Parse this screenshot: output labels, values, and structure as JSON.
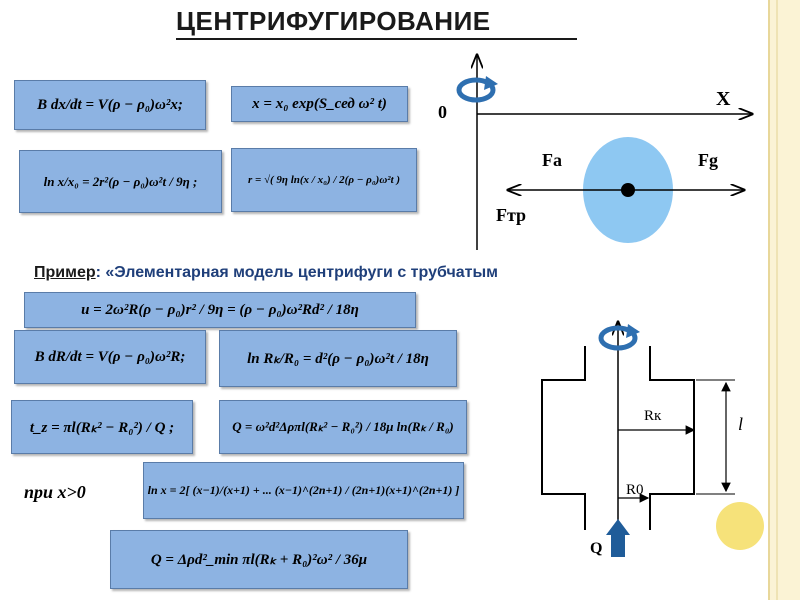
{
  "title": "ЦЕНТРИФУГИРОВАНИЕ",
  "formulas": {
    "f1": "B dx/dt = V(ρ − ρ₀)ω²x;",
    "f2": "x = x₀ exp(S_сед ω² t)",
    "f3": "ln x/x₀ = 2r²(ρ − ρ₀)ω²t / 9η ;",
    "f4": "r = √( 9η ln(x / x₀) / 2(ρ − ρ₀)ω²t )",
    "f5": "u = 2ω²R(ρ − ρ₀)r² / 9η = (ρ − ρ₀)ω²Rd² / 18η",
    "f6": "B dR/dt = V(ρ − ρ₀)ω²R;",
    "f7": "ln Rₖ/R₀ = d²(ρ − ρ₀)ω²t / 18η",
    "f8": "t_z = πl(Rₖ² − R₀²) / Q ;",
    "f9": "Q = ω²d²Δρπl(Rₖ² − R₀²) / 18μ ln(Rₖ / R₀)",
    "f10": "ln x = 2[ (x−1)/(x+1) + ... (x−1)^(2n+1) / (2n+1)(x+1)^(2n+1) ]",
    "f11": "Q = Δρd²_min πl(Rₖ + R₀)²ω² / 36μ"
  },
  "example": {
    "label": "Пример",
    "text": ": «Элементарная модель центрифуги с трубчатым"
  },
  "condition": "при x>0",
  "diagram1": {
    "origin": "0",
    "x_axis": "X",
    "fa": "Fa",
    "fg": "Fg",
    "ftr": "Fтр",
    "rotation_icon": "rotation-arrow-icon"
  },
  "diagram2": {
    "rk": "Rк",
    "r0": "R0",
    "l": "l",
    "q": "Q",
    "rotation_icon": "rotation-arrow-icon",
    "flow_icon": "up-arrow-icon"
  },
  "colors": {
    "formula_box": "#8db3e2",
    "particle": "#8ec8f2",
    "flow_arrow": "#1f5c99",
    "rotation_arrow": "#2e6fb0",
    "example_text": "#1f3f7a",
    "decor_circle": "#f6e27a"
  }
}
